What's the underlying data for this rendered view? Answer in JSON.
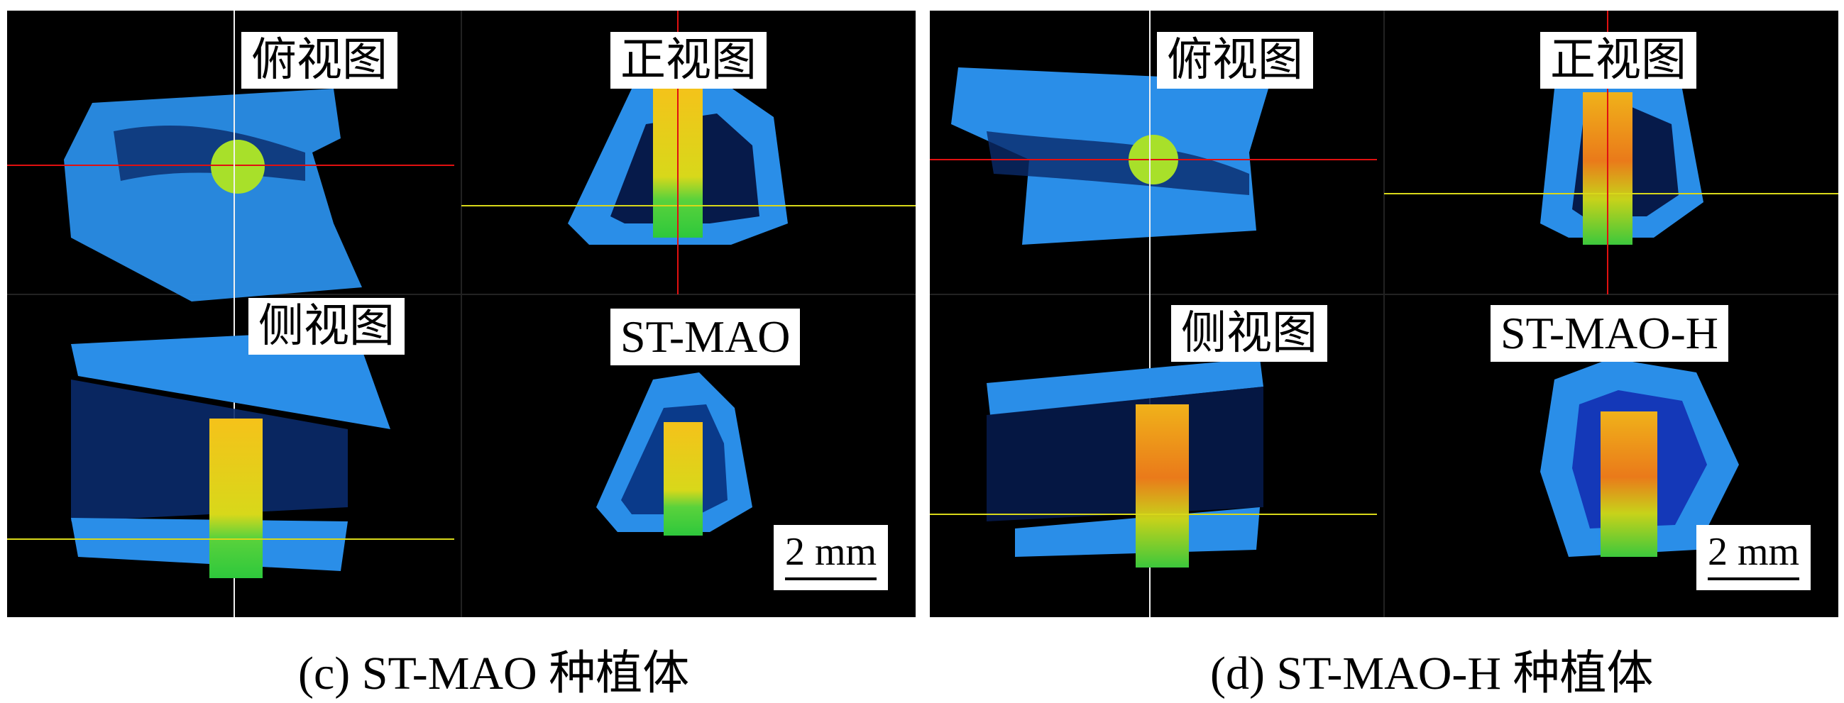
{
  "panels": [
    {
      "id": "c",
      "labels": {
        "top_view": "俯视图",
        "front_view": "正视图",
        "side_view": "侧视图",
        "sample_name": "ST-MAO",
        "scale": "2 mm"
      },
      "caption": "(c) ST-MAO 种植体"
    },
    {
      "id": "d",
      "labels": {
        "top_view": "俯视图",
        "front_view": "正视图",
        "side_view": "侧视图",
        "sample_name": "ST-MAO-H",
        "scale": "2 mm"
      },
      "caption": "(d) ST-MAO-H 种植体"
    }
  ],
  "colors": {
    "background": "#000000",
    "bone": "#1e90ff",
    "implant_top": "#ffd21a",
    "implant_bottom": "#3cd23c",
    "crosshair_red": "#e01010",
    "crosshair_yellow": "#d8d81a",
    "crosshair_white": "#f0f0f0"
  }
}
